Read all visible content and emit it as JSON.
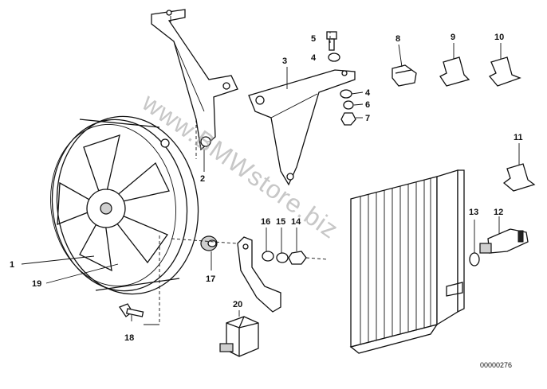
{
  "watermark": "www.BMWstore.biz",
  "diagram_code": "00000276",
  "callouts": [
    "1",
    "2",
    "3",
    "4",
    "4",
    "5",
    "6",
    "7",
    "8",
    "9",
    "10",
    "11",
    "12",
    "13",
    "14",
    "15",
    "16",
    "17",
    "18",
    "19",
    "20"
  ]
}
